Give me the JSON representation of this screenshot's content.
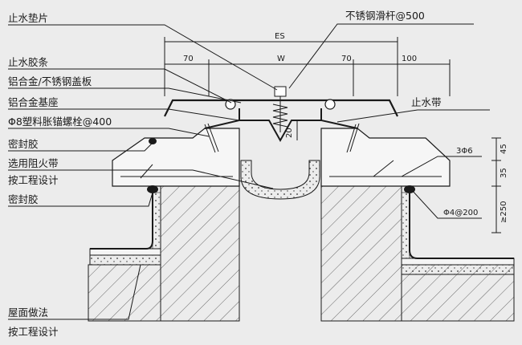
{
  "labels_left": [
    "止水垫片",
    "止水胶条",
    "铝合金/不锈钢盖板",
    "铝合金基座",
    "Φ8塑料胀锚螺栓@400",
    "密封胶",
    "选用阻火带",
    "按工程设计",
    "密封胶",
    "屋面做法",
    "按工程设计"
  ],
  "labels_right": {
    "slide_bar": "不锈钢滑杆@500",
    "waterstop": "止水带",
    "rebar_top": "3Φ6",
    "rebar_stirrup": "Φ4@200"
  },
  "dimensions": {
    "es": "ES",
    "w": "W",
    "left_70": "70",
    "right_70": "70",
    "right_100": "100",
    "gap_20": "20",
    "v45": "45",
    "v35": "35",
    "v250": "≥250"
  }
}
